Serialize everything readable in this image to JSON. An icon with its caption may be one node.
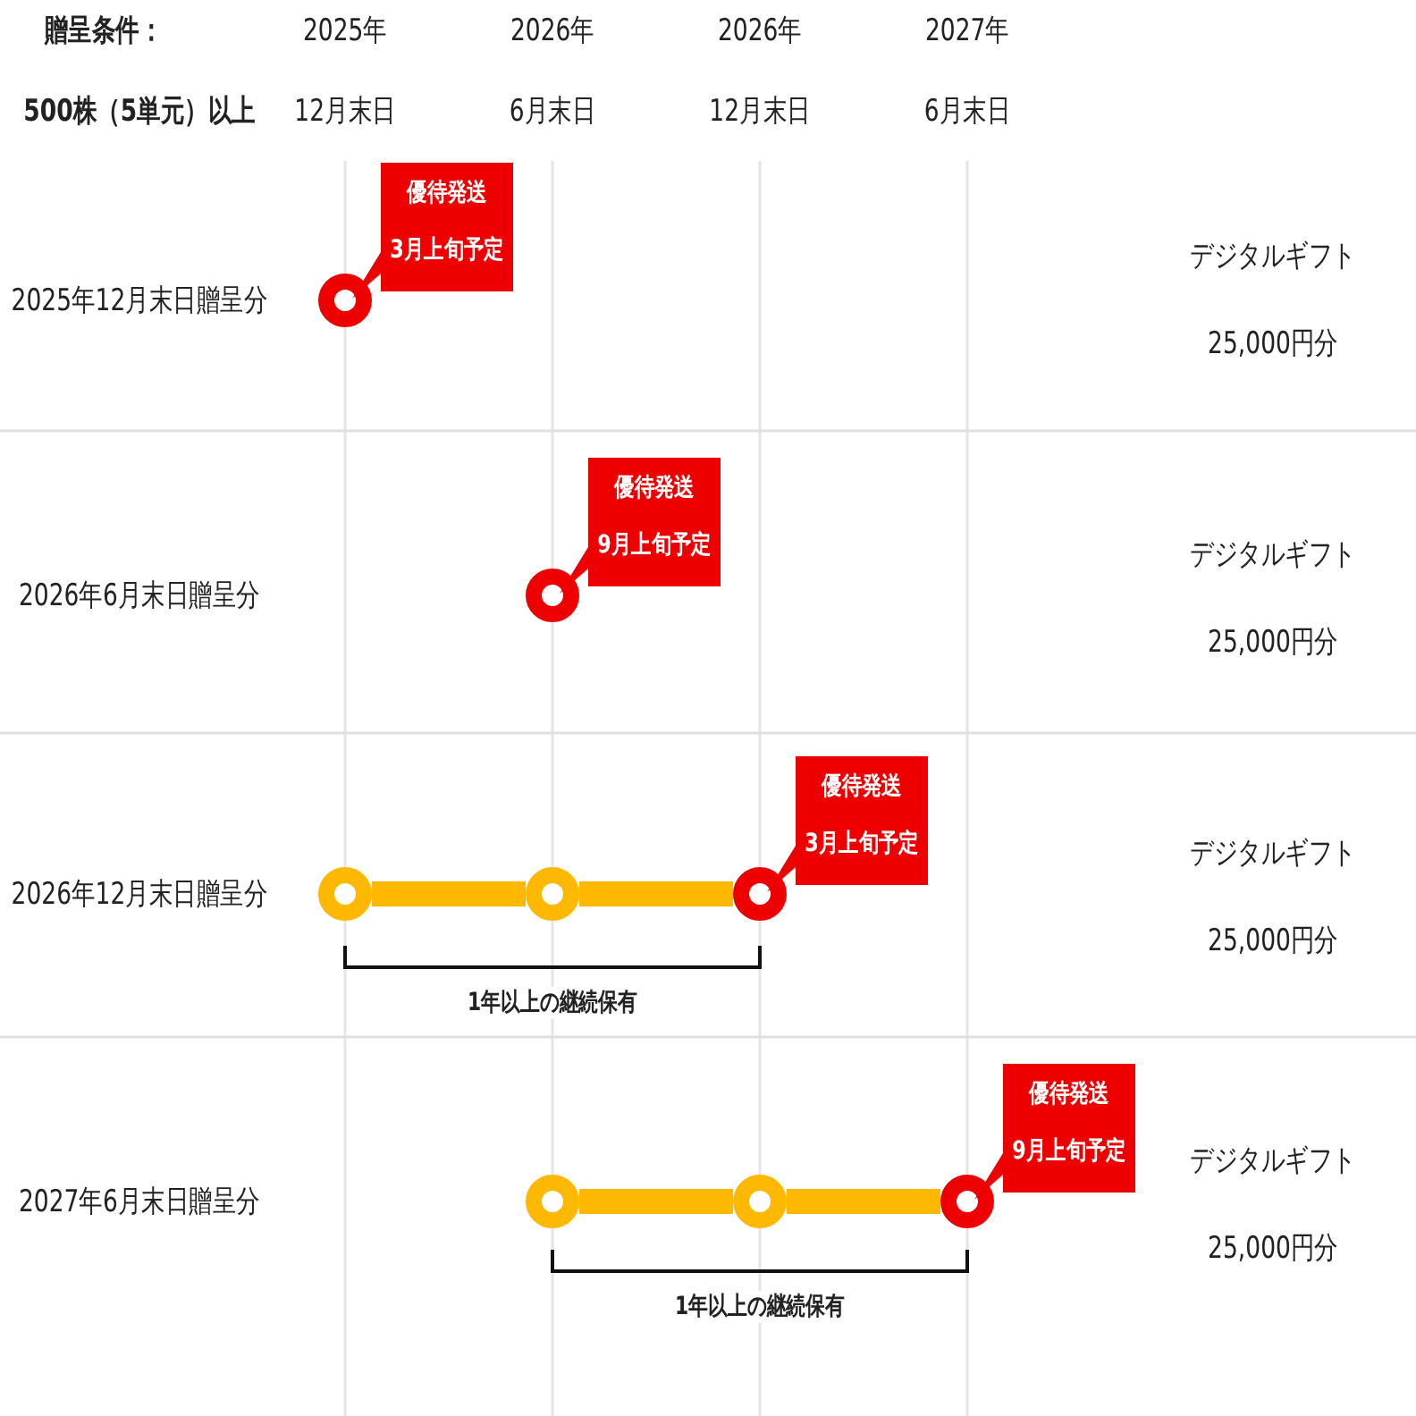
{
  "diagram": {
    "nodes": [
      {
        "text": [],
        "shape": "circle"
      },
      {
        "text": [
          "優待発送",
          "3月上旬予定"
        ]
      },
      {
        "text": [],
        "shape": "circle"
      },
      {
        "text": [
          "優待発送",
          "9月上旬予定"
        ]
      },
      {
        "text": [],
        "shape": "circle"
      },
      {
        "text": [],
        "shape": "circle"
      },
      {
        "text": [],
        "shape": "circle"
      },
      {
        "text": [
          "優待発送",
          "3月上旬予定"
        ]
      },
      {
        "text": [],
        "shape": "circle"
      },
      {
        "text": [],
        "shape": "circle"
      },
      {
        "text": [],
        "shape": "circle"
      },
      {
        "text": [
          "優待発送",
          "9月上旬予定"
        ]
      }
    ],
    "edges": [
      {
        "from": 4,
        "to": 5,
        "arrow": "none"
      },
      {
        "from": 5,
        "to": 6,
        "arrow": "none"
      },
      {
        "from": 8,
        "to": 9,
        "arrow": "none"
      },
      {
        "from": 9,
        "to": 10,
        "arrow": "none"
      }
    ],
    "labels": [
      "贈呈条件：",
      "2025年",
      "2026年",
      "2026年",
      "2027年",
      "500株（5単元）以上",
      "12月末日",
      "6月末日",
      "12月末日",
      "6月末日",
      "2025年12月末日贈呈分",
      "デジタルギフト",
      "25,000円分",
      "2026年6月末日贈呈分",
      "デジタルギフト",
      "25,000円分",
      "2026年12月末日贈呈分",
      "デジタルギフト",
      "25,000円分",
      "1年以上の継続保有",
      "2027年6月末日贈呈分",
      "デジタルギフト",
      "25,000円分",
      "1年以上の継続保有"
    ]
  }
}
